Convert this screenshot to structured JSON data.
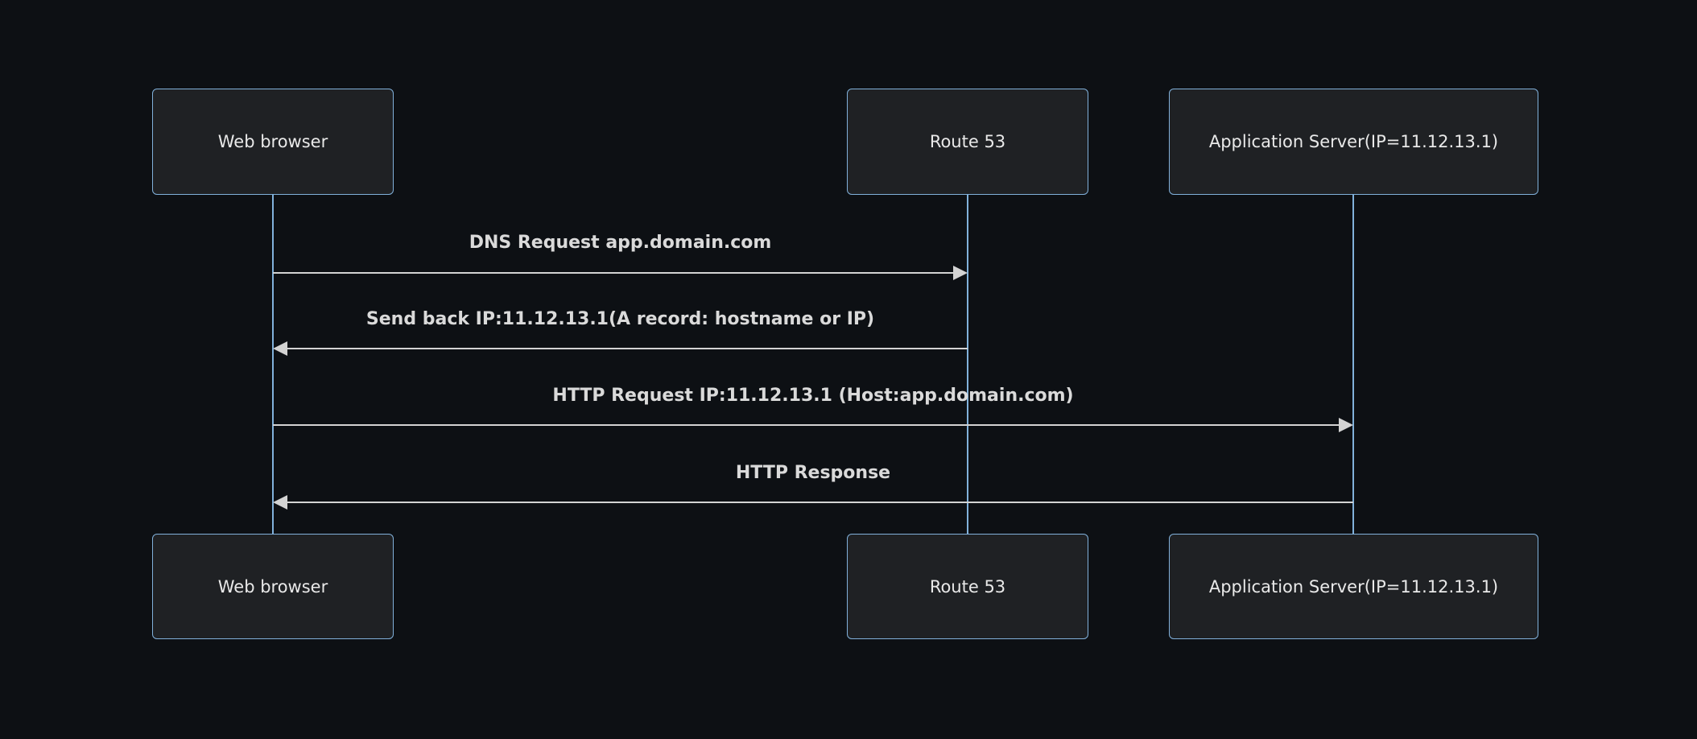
{
  "diagram": {
    "type": "sequence-diagram",
    "actors": [
      {
        "id": "browser",
        "label": "Web browser"
      },
      {
        "id": "route53",
        "label": "Route 53"
      },
      {
        "id": "appserver",
        "label": "Application Server(IP=11.12.13.1)"
      }
    ],
    "messages": [
      {
        "from": "browser",
        "to": "route53",
        "direction": "right",
        "label": "DNS Request app.domain.com"
      },
      {
        "from": "route53",
        "to": "browser",
        "direction": "left",
        "label": "Send back IP:11.12.13.1(A record: hostname or IP)"
      },
      {
        "from": "browser",
        "to": "appserver",
        "direction": "right",
        "label": "HTTP Request IP:11.12.13.1 (Host:app.domain.com)"
      },
      {
        "from": "appserver",
        "to": "browser",
        "direction": "left",
        "label": "HTTP Response"
      }
    ],
    "colors": {
      "background": "#0d1014",
      "actor_fill": "#1f2124",
      "actor_border": "#81b1db",
      "lifeline": "#81b1db",
      "message_line": "#d3d3d3",
      "message_text": "#dadada",
      "actor_text": "#e9e9e9"
    }
  }
}
